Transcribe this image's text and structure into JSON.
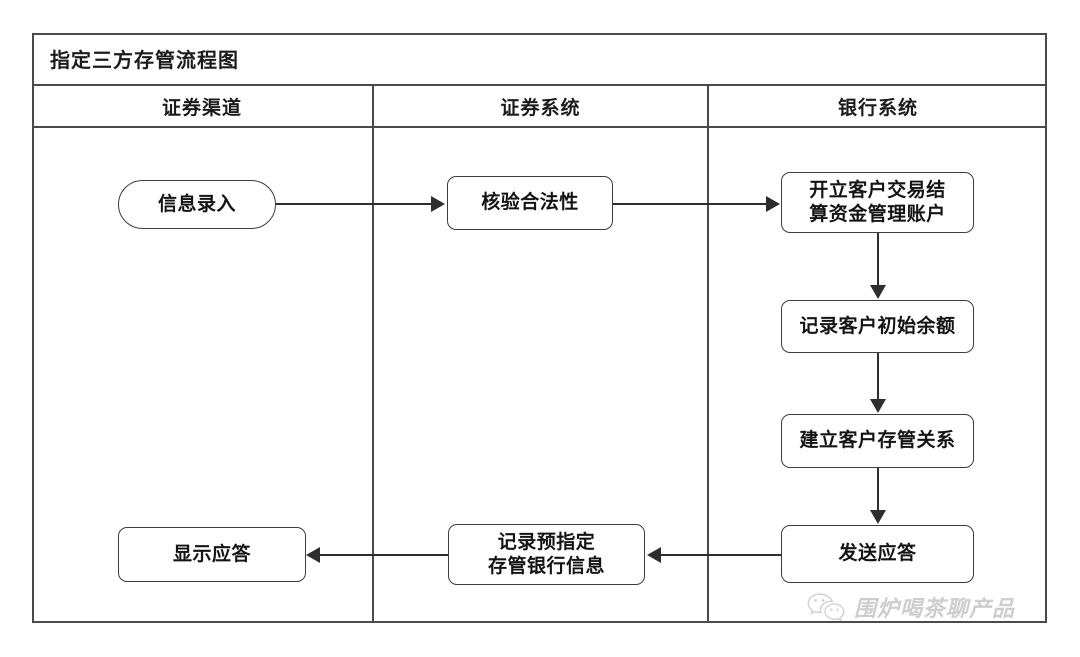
{
  "diagram": {
    "title": "指定三方存管流程图",
    "lanes": [
      {
        "id": "securities-channel",
        "label": "证券渠道"
      },
      {
        "id": "securities-system",
        "label": "证券系统"
      },
      {
        "id": "bank-system",
        "label": "银行系统"
      }
    ],
    "nodes": [
      {
        "id": "info-entry",
        "lane": "securities-channel",
        "shape": "pill",
        "label": "信息录入"
      },
      {
        "id": "verify-legality",
        "lane": "securities-system",
        "shape": "rounded-rect",
        "label": "核验合法性"
      },
      {
        "id": "open-account",
        "lane": "bank-system",
        "shape": "rounded-rect",
        "label": "开立客户交易结\n算资金管理账户"
      },
      {
        "id": "record-balance",
        "lane": "bank-system",
        "shape": "rounded-rect",
        "label": "记录客户初始余额"
      },
      {
        "id": "build-relation",
        "lane": "bank-system",
        "shape": "rounded-rect",
        "label": "建立客户存管关系"
      },
      {
        "id": "send-response",
        "lane": "bank-system",
        "shape": "rounded-rect",
        "label": "发送应答"
      },
      {
        "id": "record-bank-info",
        "lane": "securities-system",
        "shape": "rounded-rect",
        "label": "记录预指定\n存管银行信息"
      },
      {
        "id": "show-response",
        "lane": "securities-channel",
        "shape": "rounded-rect",
        "label": "显示应答"
      }
    ],
    "edges": [
      {
        "id": "e1",
        "from": "info-entry",
        "to": "verify-legality",
        "direction": "right",
        "label": ""
      },
      {
        "id": "e2",
        "from": "verify-legality",
        "to": "open-account",
        "direction": "right",
        "label": ""
      },
      {
        "id": "e3",
        "from": "open-account",
        "to": "record-balance",
        "direction": "down",
        "label": ""
      },
      {
        "id": "e4",
        "from": "record-balance",
        "to": "build-relation",
        "direction": "down",
        "label": ""
      },
      {
        "id": "e5",
        "from": "build-relation",
        "to": "send-response",
        "direction": "down",
        "label": ""
      },
      {
        "id": "e6",
        "from": "send-response",
        "to": "record-bank-info",
        "direction": "left",
        "label": ""
      },
      {
        "id": "e7",
        "from": "record-bank-info",
        "to": "show-response",
        "direction": "left",
        "label": ""
      }
    ]
  },
  "watermark": {
    "icon": "wechat-icon",
    "text": "围炉喝茶聊产品"
  },
  "colors": {
    "frame_border": "#4a4a4a",
    "node_border": "#3c3c3c",
    "connector": "#2e2e2e",
    "text": "#141414",
    "background": "#ffffff",
    "watermark_text": "#8c8c8c"
  }
}
